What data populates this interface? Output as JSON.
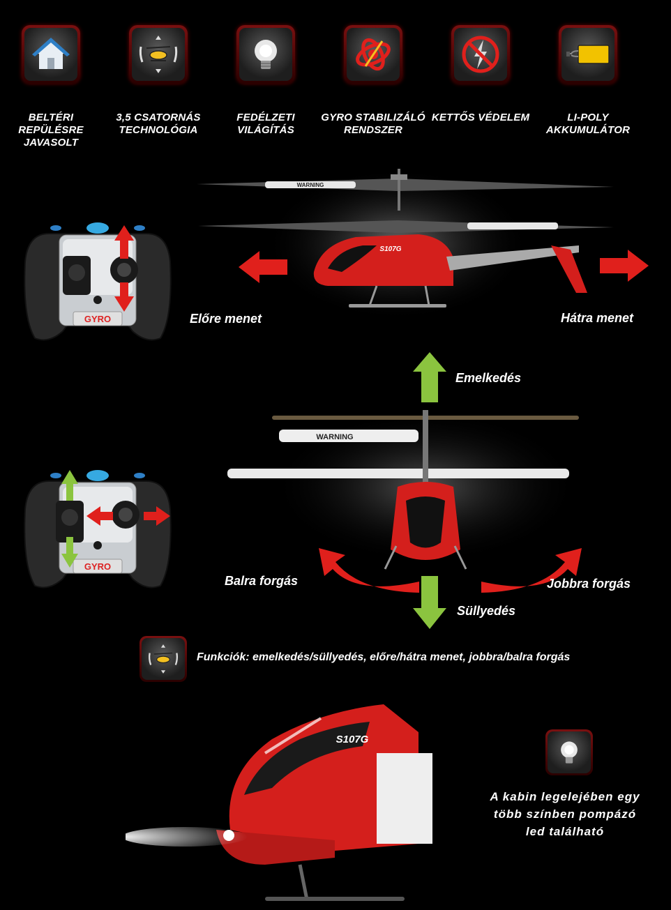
{
  "features": [
    {
      "icon": "house-icon",
      "label": "BELTÉRI REPÜLÉSRE JAVASOLT"
    },
    {
      "icon": "helicopter-controls-icon",
      "label": "3,5 CSATORNÁS TECHNOLÓGIA"
    },
    {
      "icon": "light-bulb-icon",
      "label": "FEDÉLZETI VILÁGÍTÁS"
    },
    {
      "icon": "gyro-icon",
      "label": "GYRO STABILIZÁLÓ RENDSZER"
    },
    {
      "icon": "no-lightning-icon",
      "label": "KETTŐS VÉDELEM"
    },
    {
      "icon": "battery-icon",
      "label": "LI-POLY AKKUMULÁTOR"
    }
  ],
  "controls_top": {
    "forward_label": "Előre menet",
    "backward_label": "Hátra menet",
    "remote_brand": "GYRO",
    "heli_model": "S107G",
    "blade_text": "WARNING"
  },
  "controls_bottom": {
    "up_label": "Emelkedés",
    "down_label": "Süllyedés",
    "left_label": "Balra forgás",
    "right_label": "Jobbra forgás",
    "remote_brand": "GYRO",
    "blade_text": "WARNING"
  },
  "functions": {
    "text": "Funkciók: emelkedés/süllyedés, előre/hátra menet, jobbra/balra forgás"
  },
  "cockpit": {
    "model": "S107G",
    "note": "A kabin legelejében egy több színben pompázó led található"
  },
  "colors": {
    "accent_red": "#e0201c",
    "arrow_green": "#8bc43f",
    "battery_yellow": "#f2c200"
  }
}
